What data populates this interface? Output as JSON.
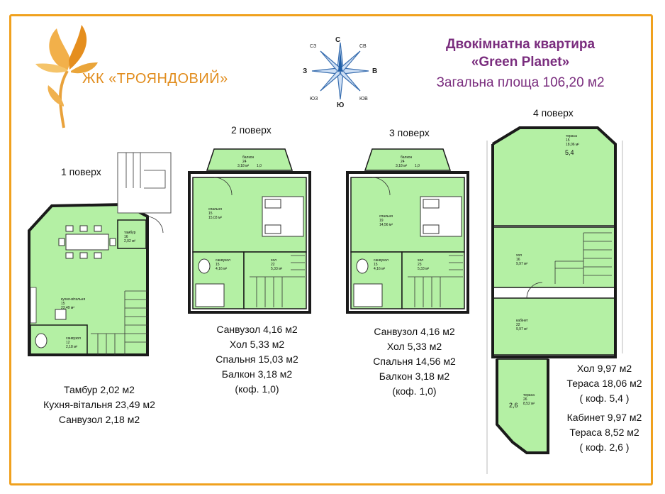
{
  "logo": {
    "text": "ЖК «ТРОЯНДОВИЙ»"
  },
  "header": {
    "title_line1": "Двокімнатна квартира",
    "title_line2": "«Green Planet»",
    "total_area": "Загальна площа 106,20 м2"
  },
  "compass": {
    "n": "С",
    "s": "Ю",
    "e": "В",
    "w": "З",
    "ne": "СВ",
    "nw": "СЗ",
    "se": "ЮВ",
    "sw": "ЮЗ"
  },
  "floors": [
    {
      "label": "1 поверх",
      "rooms": [
        {
          "name": "тамбур",
          "num": "16",
          "area": "2,02 м²"
        },
        {
          "name": "кухня-вітальня",
          "num": "15",
          "area": "23,49 м²"
        },
        {
          "name": "санвузол",
          "num": "12",
          "area": "2,18 м²"
        }
      ],
      "info": [
        "Тамбур 2,02 м2",
        "Кухня-вітальня 23,49 м2",
        "Санвузол 2,18 м2"
      ]
    },
    {
      "label": "2 поверх",
      "rooms": [
        {
          "name": "балкон",
          "num": "24",
          "area": "3,18 м²",
          "coef": "1,0"
        },
        {
          "name": "спальня",
          "num": "15",
          "area": "15,03 м²"
        },
        {
          "name": "санвузол",
          "num": "15",
          "area": "4,16 м²"
        },
        {
          "name": "хол",
          "num": "22",
          "area": "5,33 м²"
        }
      ],
      "info": [
        "Санвузол 4,16 м2",
        "Хол 5,33 м2",
        "Спальня 15,03 м2",
        "Балкон 3,18 м2",
        "(коф. 1,0)"
      ]
    },
    {
      "label": "3 поверх",
      "rooms": [
        {
          "name": "балкон",
          "num": "24",
          "area": "3,18 м²",
          "coef": "1,0"
        },
        {
          "name": "спальня",
          "num": "19",
          "area": "14,56 м²"
        },
        {
          "name": "санвузол",
          "num": "15",
          "area": "4,16 м²"
        },
        {
          "name": "хол",
          "num": "23",
          "area": "5,33 м²"
        }
      ],
      "info": [
        "Санвузол 4,16 м2",
        "Хол 5,33 м2",
        "Спальня 14,56 м2",
        "Балкон 3,18 м2",
        "(коф. 1,0)"
      ]
    },
    {
      "label": "4 поверх",
      "rooms": [
        {
          "name": "тераса",
          "num": "15",
          "area": "18,06 м²",
          "coef": "5,4"
        },
        {
          "name": "хол",
          "num": "16",
          "area": "9,97 м²"
        },
        {
          "name": "кабінет",
          "num": "22",
          "area": "9,97 м²"
        },
        {
          "name": "тераса",
          "num": "26",
          "area": "8,52 м²",
          "coef": "2,6"
        }
      ],
      "info": [
        "Хол 9,97 м2",
        "Тераса 18,06 м2",
        "( коф. 5,4 )",
        "Кабинет 9,97 м2",
        "Тераса 8,52 м2",
        "( коф. 2,6 )"
      ]
    }
  ],
  "colors": {
    "room_fill": "#b4f0a4",
    "wall": "#1a1a1a",
    "frame": "#f0a11e",
    "title": "#7a2d7e",
    "logo": "#e18c1c"
  }
}
